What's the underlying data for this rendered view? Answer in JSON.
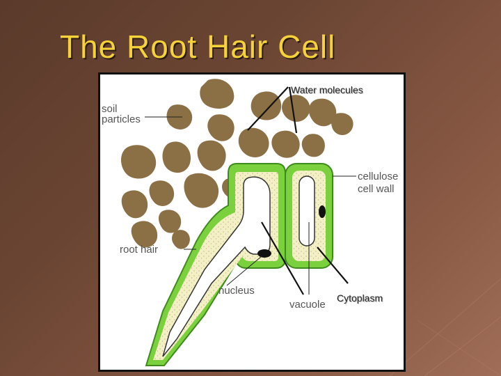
{
  "slide": {
    "title": "The Root Hair Cell",
    "colors": {
      "background": "#6b4533",
      "title": "#f5d13a",
      "soil_particle": "#8b7046",
      "cell_wall": "#7bd13d",
      "cytoplasm": "#f3f0c6",
      "nucleus": "#111111"
    }
  },
  "diagram": {
    "labels": {
      "soil_particles_line1": "soil",
      "soil_particles_line2": "particles",
      "water_molecules": "Water molecules",
      "cellulose_line1": "cellulose",
      "cellulose_line2": "cell wall",
      "root_hair": "root hair",
      "nucleus": "nucleus",
      "vacuole": "vacuole",
      "cytoplasm": "Cytoplasm"
    }
  }
}
